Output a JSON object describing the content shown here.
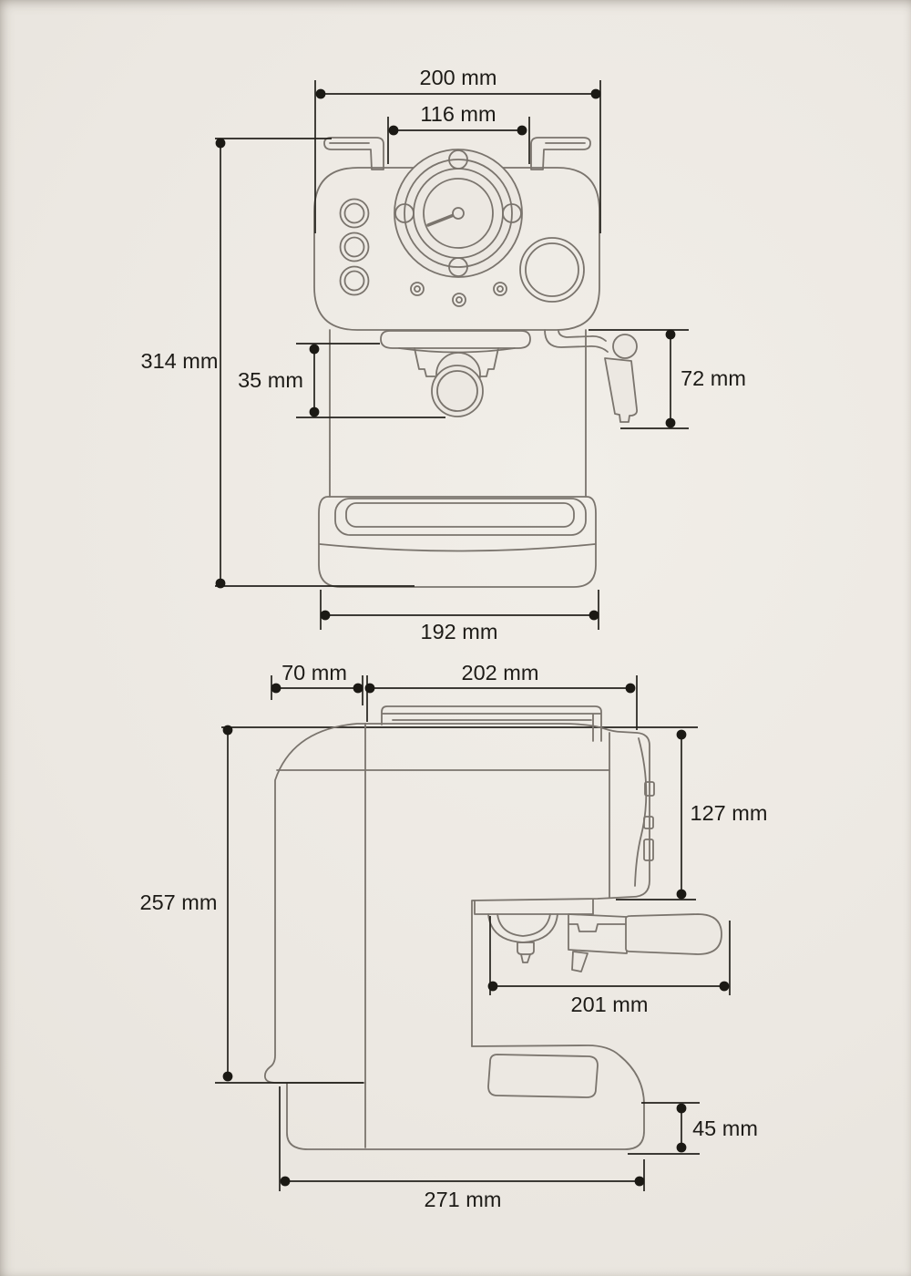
{
  "diagram": {
    "subject": "espresso-machine-dimension-drawing",
    "unit": "mm",
    "colors": {
      "background": "#ebe7e1",
      "drawing_line": "#7a746d",
      "dimension_line": "#211f1b"
    }
  },
  "views": [
    {
      "id": "front-view",
      "dims": [
        {
          "name": "overall-width",
          "label": "200 mm",
          "value": 200
        },
        {
          "name": "cup-rail-width",
          "label": "116 mm",
          "value": 116
        },
        {
          "name": "overall-height",
          "label": "314 mm",
          "value": 314
        },
        {
          "name": "group-head-height",
          "label": "35 mm",
          "value": 35
        },
        {
          "name": "steam-wand-length",
          "label": "72 mm",
          "value": 72
        },
        {
          "name": "base-width",
          "label": "192 mm",
          "value": 192
        }
      ]
    },
    {
      "id": "side-view",
      "dims": [
        {
          "name": "water-tank-depth",
          "label": "70 mm",
          "value": 70
        },
        {
          "name": "body-depth",
          "label": "202 mm",
          "value": 202
        },
        {
          "name": "front-panel-height",
          "label": "127 mm",
          "value": 127
        },
        {
          "name": "body-height",
          "label": "257 mm",
          "value": 257
        },
        {
          "name": "portafilter-reach",
          "label": "201 mm",
          "value": 201
        },
        {
          "name": "base-height",
          "label": "45 mm",
          "value": 45
        },
        {
          "name": "overall-depth",
          "label": "271 mm",
          "value": 271
        }
      ]
    }
  ]
}
